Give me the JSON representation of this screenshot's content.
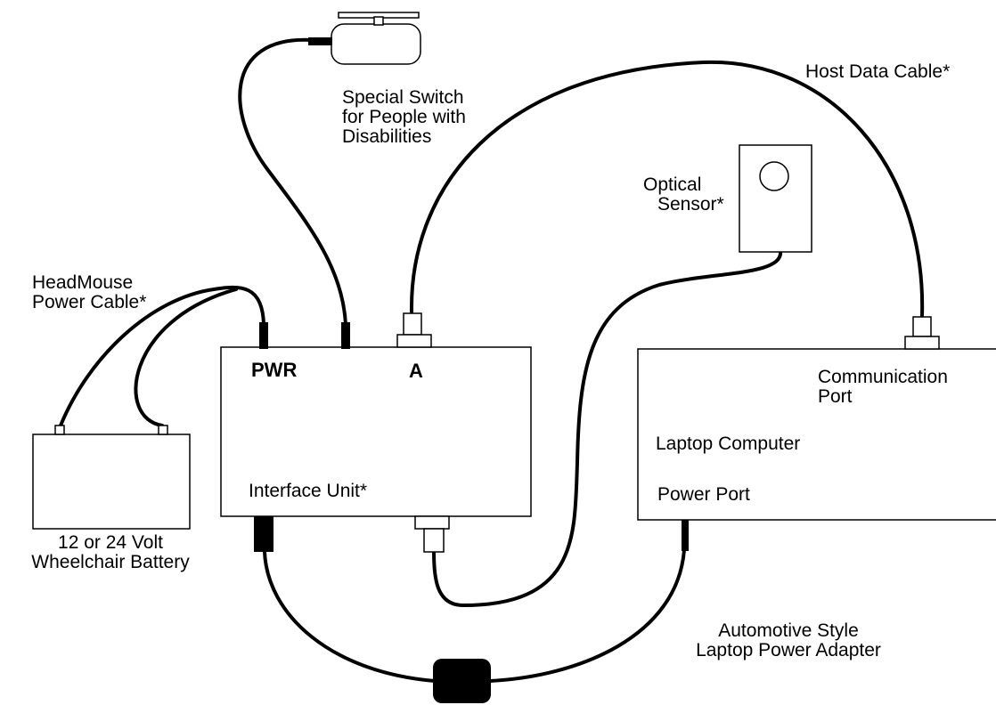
{
  "colors": {
    "line": "#000000",
    "background": "#ffffff"
  },
  "labels": {
    "switch": [
      "Special Switch",
      "for People with",
      "Disabilities"
    ],
    "host_data_cable": "Host Data Cable*",
    "optical_sensor": [
      "Optical",
      "Sensor*"
    ],
    "headmouse_power_cable": [
      "HeadMouse",
      "Power Cable*"
    ],
    "pwr": "PWR",
    "port_a": "A",
    "communication_port": [
      "Communication",
      "Port"
    ],
    "laptop_computer": "Laptop Computer",
    "power_port": "Power Port",
    "interface_unit": "Interface Unit*",
    "battery": [
      "12 or 24 Volt",
      "Wheelchair Battery"
    ],
    "power_adapter": [
      "Automotive Style",
      "Laptop Power Adapter"
    ]
  }
}
